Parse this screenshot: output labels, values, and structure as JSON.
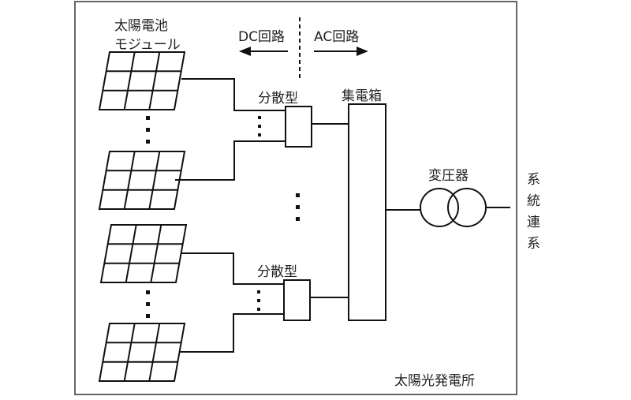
{
  "diagram": {
    "title_region_label": "太陽光発電所",
    "module_label_line1": "太陽電池",
    "module_label_line2": "モジュール",
    "dc_label": "DC回路",
    "ac_label": "AC回路",
    "inverter_label_top": "分散型",
    "inverter_label_bottom": "分散型",
    "combiner_label": "集電箱",
    "transformer_label": "変圧器",
    "grid_label": [
      "系",
      "統",
      "連",
      "系"
    ],
    "colors": {
      "line": "#111111",
      "frame": "#666666",
      "text": "#222222"
    }
  }
}
